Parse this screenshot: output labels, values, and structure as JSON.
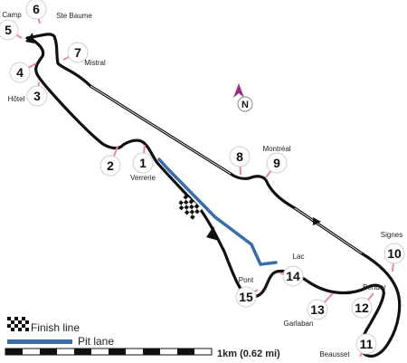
{
  "north_label": "N",
  "corners": [
    {
      "number": "1",
      "name": "Verrerie"
    },
    {
      "number": "2",
      "name": ""
    },
    {
      "number": "3",
      "name": "Hôtel"
    },
    {
      "number": "4",
      "name": ""
    },
    {
      "number": "5",
      "name": "Camp"
    },
    {
      "number": "6",
      "name": "Ste Baume"
    },
    {
      "number": "7",
      "name": "Mistral"
    },
    {
      "number": "8",
      "name": ""
    },
    {
      "number": "9",
      "name": "Montréal"
    },
    {
      "number": "10",
      "name": "Signes"
    },
    {
      "number": "11",
      "name": "Beausset"
    },
    {
      "number": "12",
      "name": "Bendor"
    },
    {
      "number": "13",
      "name": "Garlaban"
    },
    {
      "number": "14",
      "name": "Lac"
    },
    {
      "number": "15",
      "name": "Pont"
    }
  ],
  "legend": {
    "finish_line": "Finish line",
    "pit_lane": "Pit lane",
    "scale_label": "1km (0.62 mi)"
  },
  "colors": {
    "track": "#111111",
    "pit_lane": "#3a6ea8",
    "corner_marker": "#e88a96",
    "north_arrow": "#9b2d86"
  }
}
